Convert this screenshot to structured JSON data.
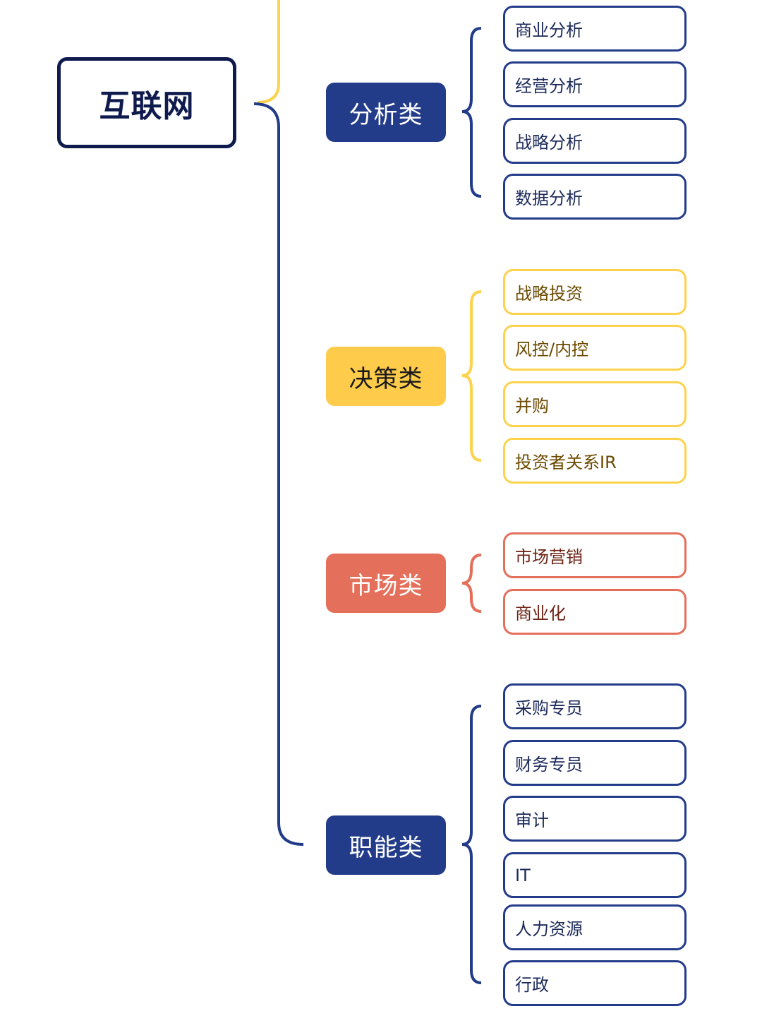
{
  "diagram": {
    "root": {
      "label": "互联网"
    },
    "categories": [
      {
        "label": "分析类",
        "fill": "#233c8a",
        "text_color": "#ffffff",
        "line_color": "#233c8a",
        "leaf_text_color": "#1c2a5a",
        "items": [
          "商业分析",
          "经营分析",
          "战略分析",
          "数据分析"
        ]
      },
      {
        "label": "决策类",
        "fill": "#fecb4a",
        "text_color": "#1a1a1a",
        "line_color": "#fdd24d",
        "leaf_text_color": "#6b4a00",
        "items": [
          "战略投资",
          "风控/内控",
          "并购",
          "投资者关系IR"
        ]
      },
      {
        "label": "市场类",
        "fill": "#e46f5a",
        "text_color": "#ffffff",
        "line_color": "#e46f5a",
        "leaf_text_color": "#6e2416",
        "items": [
          "市场营销",
          "商业化"
        ]
      },
      {
        "label": "职能类",
        "fill": "#233c8a",
        "text_color": "#ffffff",
        "line_color": "#233c8a",
        "leaf_text_color": "#1c2a5a",
        "items": [
          "采购专员",
          "财务专员",
          "审计",
          "IT",
          "人力资源",
          "行政"
        ]
      }
    ]
  }
}
